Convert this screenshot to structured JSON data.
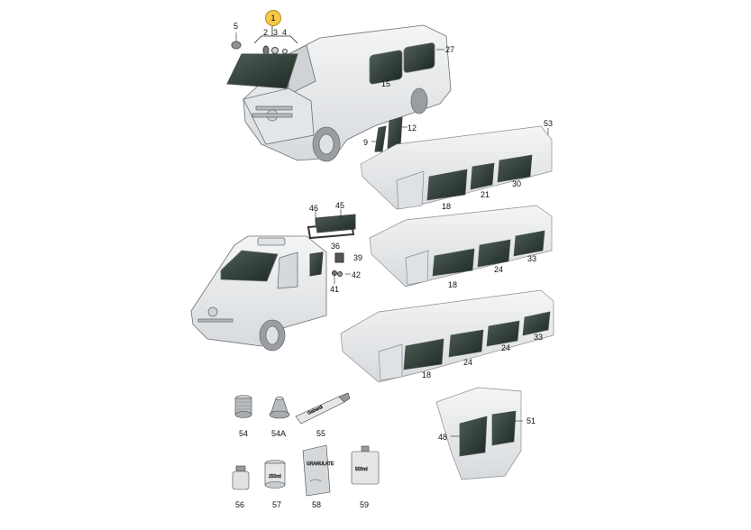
{
  "callouts": {
    "c1": "1",
    "c2": "2",
    "c3": "3",
    "c4": "4",
    "c5": "5",
    "c9": "9",
    "c12": "12",
    "c15": "15",
    "c27": "27",
    "c53": "53",
    "c18a": "18",
    "c21": "21",
    "c30": "30",
    "c46": "46",
    "c45": "45",
    "c36": "36",
    "c39": "39",
    "c42": "42",
    "c41": "41",
    "c18b": "18",
    "c24a": "24",
    "c33a": "33",
    "c18c": "18",
    "c24b": "24",
    "c24c": "24",
    "c33b": "33",
    "c54": "54",
    "c54a": "54A",
    "c55": "55",
    "c48": "48",
    "c51": "51",
    "c56": "56",
    "c57": "57",
    "c58": "58",
    "c59": "59"
  },
  "product_text": {
    "tube": "Gabardi",
    "bottle": "250ml",
    "canister": "500ml",
    "bag": "GRANULATE"
  },
  "colors": {
    "highlight": "#f7c948",
    "glass": "#2c3a33",
    "body": "#eceef0",
    "outline": "#6c6f72"
  }
}
